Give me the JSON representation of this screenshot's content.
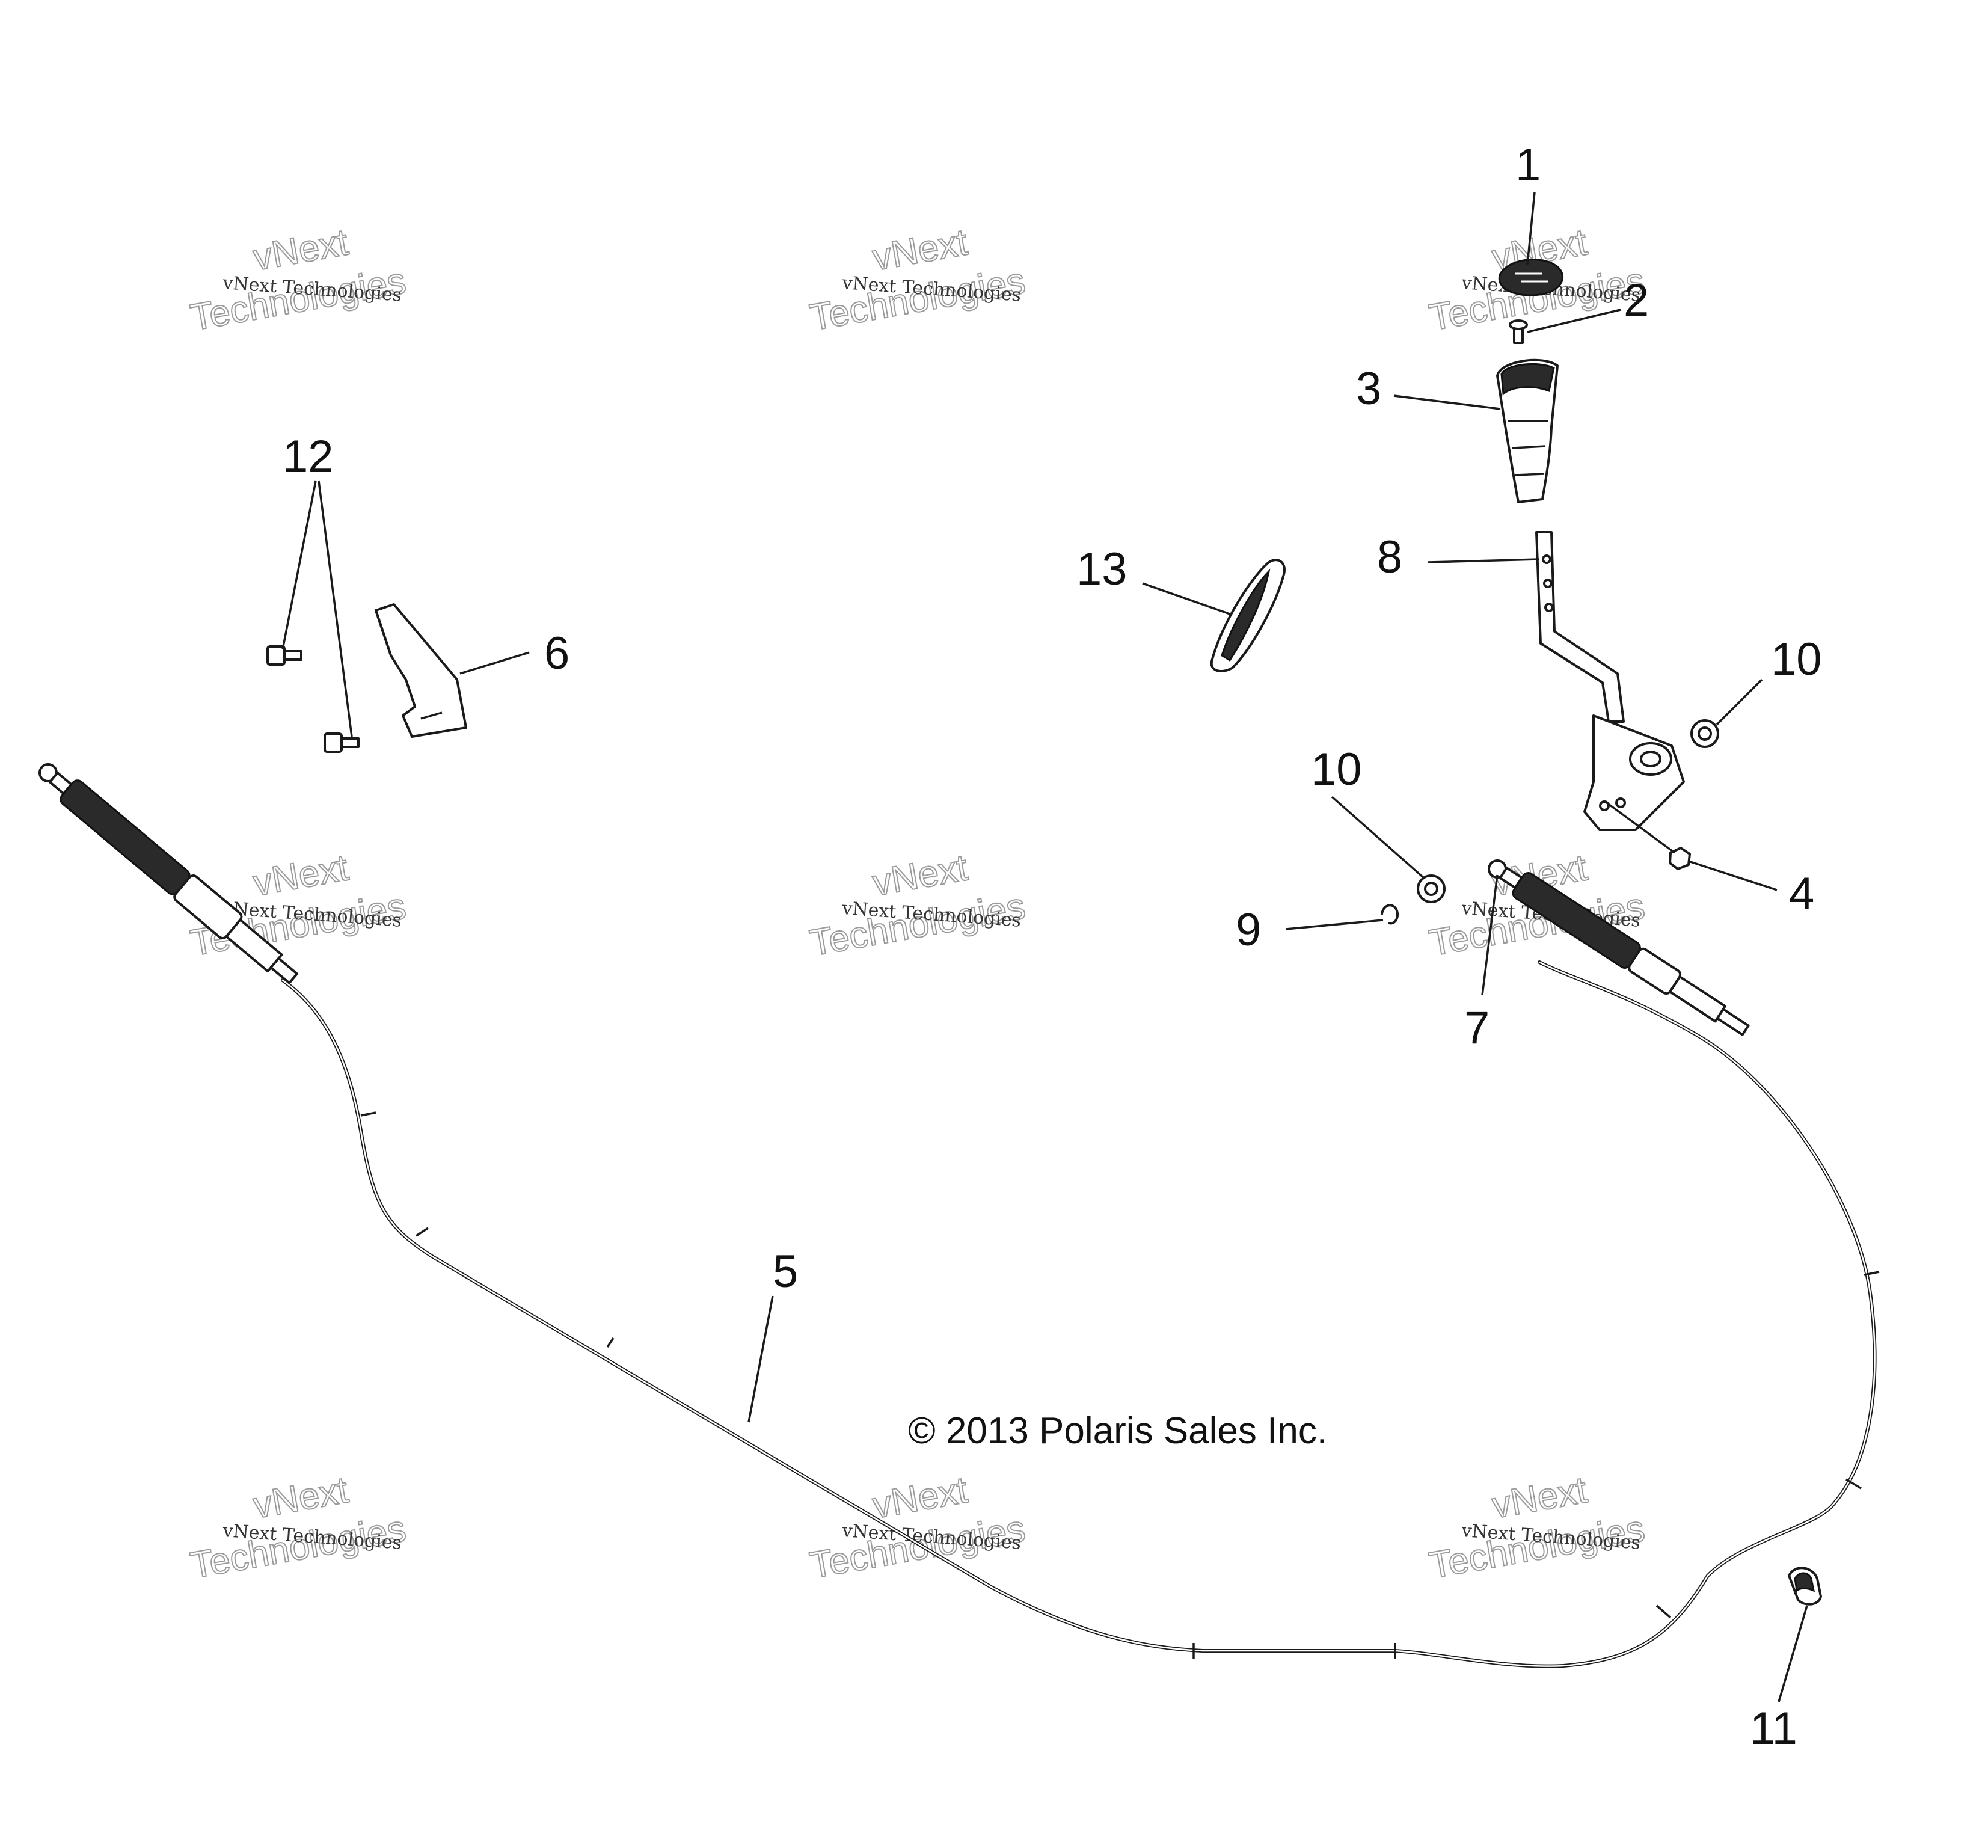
{
  "diagram": {
    "copyright": "© 2013 Polaris Sales Inc.",
    "watermark": {
      "line1": "vNext Technologies",
      "big_line1": "vNext",
      "big_line2": "Technologies"
    },
    "callouts": [
      {
        "id": "c1",
        "label": "1"
      },
      {
        "id": "c2",
        "label": "2"
      },
      {
        "id": "c3",
        "label": "3"
      },
      {
        "id": "c4",
        "label": "4"
      },
      {
        "id": "c5",
        "label": "5"
      },
      {
        "id": "c6",
        "label": "6"
      },
      {
        "id": "c7",
        "label": "7"
      },
      {
        "id": "c8",
        "label": "8"
      },
      {
        "id": "c9",
        "label": "9"
      },
      {
        "id": "c10a",
        "label": "10"
      },
      {
        "id": "c10b",
        "label": "10"
      },
      {
        "id": "c11",
        "label": "11"
      },
      {
        "id": "c12",
        "label": "12"
      },
      {
        "id": "c13",
        "label": "13"
      }
    ]
  }
}
